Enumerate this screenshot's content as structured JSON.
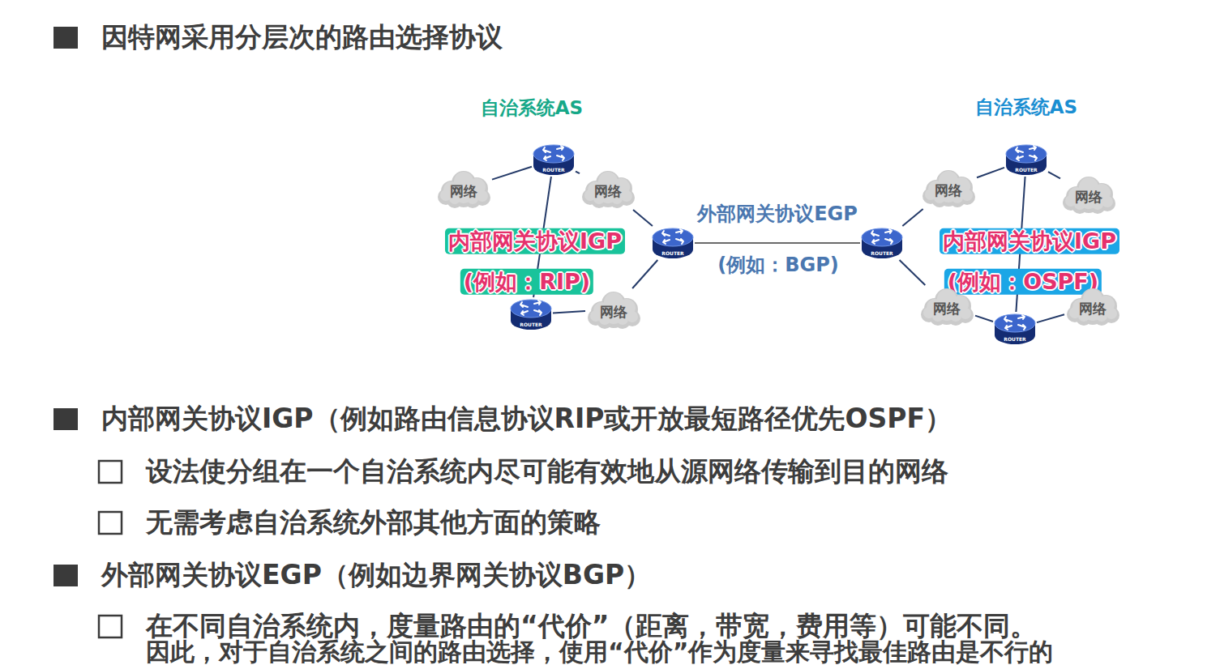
{
  "diagram": {
    "title": "因特网采用分层次的路由选择协议",
    "nodes": [
      {
        "text": [
          "自治系统AS",
          "内部网关协议IGP",
          "(例如：RIP)"
        ]
      },
      {
        "text": [
          "网络"
        ],
        "in": 0
      },
      {
        "text": [
          "ROUTER"
        ],
        "in": 0
      },
      {
        "text": [
          "网络"
        ],
        "in": 0
      },
      {
        "text": [
          "ROUTER"
        ],
        "in": 0
      },
      {
        "text": [
          "ROUTER"
        ],
        "in": 0
      },
      {
        "text": [
          "网络"
        ],
        "in": 0
      },
      {
        "text": [
          "自治系统AS",
          "内部网关协议IGP",
          "(例如：OSPF)"
        ]
      },
      {
        "text": [
          "网络"
        ],
        "in": 7
      },
      {
        "text": [
          "ROUTER"
        ],
        "in": 7
      },
      {
        "text": [
          "网络"
        ],
        "in": 7
      },
      {
        "text": [
          "ROUTER"
        ],
        "in": 7
      },
      {
        "text": [
          "网络"
        ],
        "in": 7
      },
      {
        "text": [
          "ROUTER"
        ],
        "in": 7
      },
      {
        "text": [
          "网络"
        ],
        "in": 7
      }
    ],
    "edges": [
      {
        "from": 4,
        "to": 11,
        "arrow": "none",
        "label": "外部网关协议EGP"
      },
      {
        "from": 1,
        "to": 2,
        "arrow": "none"
      },
      {
        "from": 2,
        "to": 3,
        "arrow": "none"
      },
      {
        "from": 2,
        "to": 5,
        "arrow": "none"
      },
      {
        "from": 3,
        "to": 4,
        "arrow": "none"
      },
      {
        "from": 4,
        "to": 6,
        "arrow": "none"
      },
      {
        "from": 5,
        "to": 6,
        "arrow": "none"
      },
      {
        "from": 8,
        "to": 9,
        "arrow": "none"
      },
      {
        "from": 9,
        "to": 10,
        "arrow": "none"
      },
      {
        "from": 9,
        "to": 13,
        "arrow": "none"
      },
      {
        "from": 11,
        "to": 8,
        "arrow": "none"
      },
      {
        "from": 11,
        "to": 12,
        "arrow": "none"
      },
      {
        "from": 13,
        "to": 12,
        "arrow": "none"
      },
      {
        "from": 13,
        "to": 14,
        "arrow": "none"
      }
    ],
    "labels": [
      "(例如：BGP)",
      "内部网关协议IGP（例如路由信息协议RIP或开放最短路径优先OSPF）",
      "设法使分组在一个自治系统内尽可能有效地从源网络传输到目的网络",
      "无需考虑自治系统外部其他方面的策略",
      "外部网关协议EGP（例如边界网关协议BGP）",
      "在不同自治系统内，度量路由的“代价”（距离，带宽，费用等）可能不同。",
      "因此，对于自治系统之间的路由选择，使用“代价”作为度量来寻找最佳路由是不行的"
    ]
  }
}
